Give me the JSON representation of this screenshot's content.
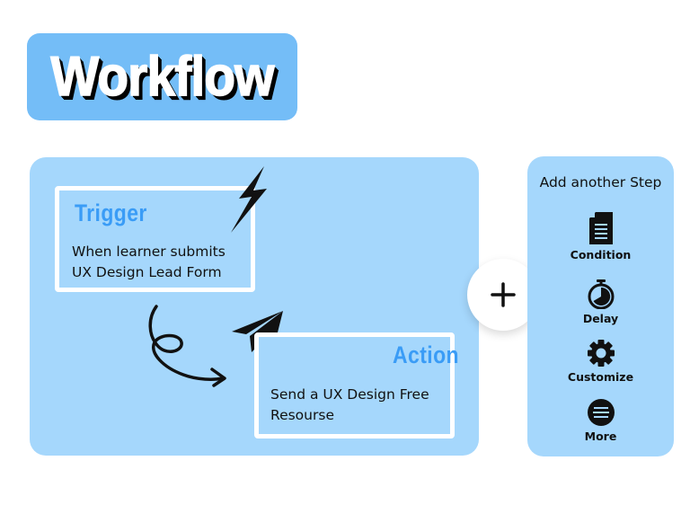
{
  "title": "Workflow",
  "colors": {
    "title_badge": "#74bdf7",
    "panel": "#a5d7fc",
    "heading": "#3a9cf6",
    "text": "#111111"
  },
  "workflow": {
    "trigger": {
      "heading": "Trigger",
      "description_line1": "When learner submits",
      "description_line2": "UX Design Lead Form",
      "icon": "lightning-bolt-icon"
    },
    "action": {
      "heading": "Action",
      "description_line1": "Send a UX Design Free",
      "description_line2": "Resourse",
      "icon": "paper-plane-icon"
    },
    "connector_icon": "curly-arrow-icon"
  },
  "add_button": {
    "icon": "plus-icon"
  },
  "sidebar": {
    "title": "Add another Step",
    "items": [
      {
        "label": "Condition",
        "icon": "document-icon"
      },
      {
        "label": "Delay",
        "icon": "stopwatch-icon"
      },
      {
        "label": "Customize",
        "icon": "gear-icon"
      },
      {
        "label": "More",
        "icon": "menu-circle-icon"
      }
    ]
  }
}
